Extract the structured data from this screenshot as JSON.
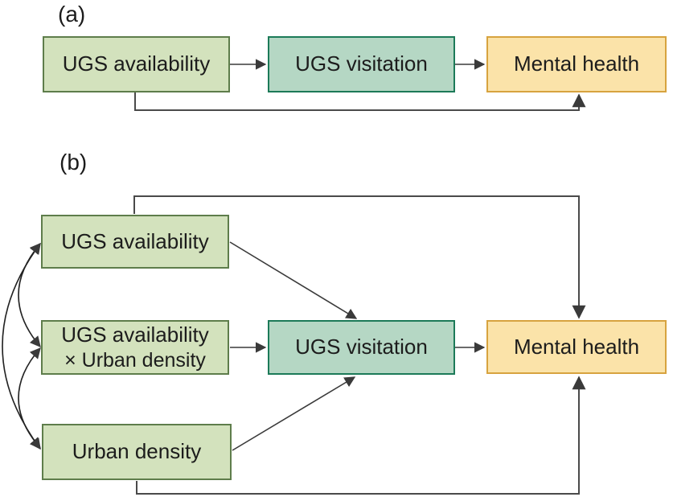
{
  "figure": {
    "panel_a": {
      "label": "(a)",
      "nodes": {
        "availability": "UGS availability",
        "visitation": "UGS visitation",
        "mental_health": "Mental health"
      },
      "edges": [
        "UGS availability -> UGS visitation",
        "UGS visitation -> Mental health",
        "UGS availability -> Mental health (direct path under boxes)"
      ]
    },
    "panel_b": {
      "label": "(b)",
      "nodes": {
        "availability": "UGS availability",
        "interaction_line1": "UGS availability",
        "interaction_line2": "× Urban density",
        "urban_density": "Urban density",
        "visitation": "UGS visitation",
        "mental_health": "Mental health"
      },
      "edges": [
        "UGS availability -> UGS visitation",
        "UGS availability × Urban density -> UGS visitation",
        "Urban density -> UGS visitation",
        "UGS visitation -> Mental health",
        "UGS availability -> Mental health (route over top)",
        "Urban density -> Mental health (route under bottom)",
        "UGS availability <-> UGS availability × Urban density (covariance arc)",
        "UGS availability × Urban density <-> Urban density (covariance arc)",
        "UGS availability <-> Urban density (covariance arc)"
      ]
    }
  },
  "colors": {
    "green_fill": "#d3e2bd",
    "green_border": "#5e7d4b",
    "teal_fill": "#b5d7c4",
    "teal_border": "#1c7a58",
    "yellow_fill": "#fbe3a9",
    "yellow_border": "#d7a33f",
    "line": "#3a3a3a",
    "route": "#4a4a4a",
    "text": "#1c1c1c",
    "bg": "#ffffff"
  }
}
